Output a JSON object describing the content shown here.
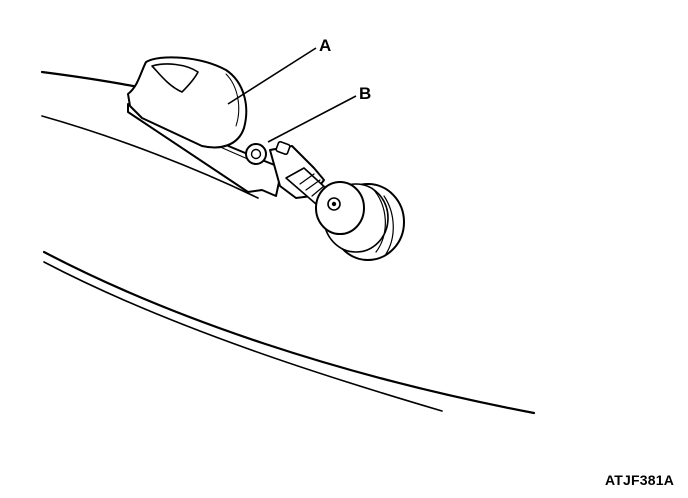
{
  "labels": {
    "a": "A",
    "b": "B"
  },
  "figure_id": "ATJF381A"
}
